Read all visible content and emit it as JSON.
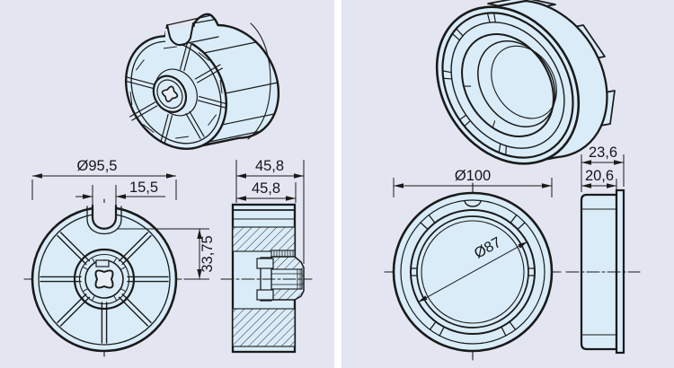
{
  "colors": {
    "background": "#e3e6f1",
    "divider": "#ffffff",
    "part_fill": "#d9ecf8",
    "line": "#1a1a1a",
    "hatch": "#2b2b2b",
    "hole_fill": "#e9eef6"
  },
  "left_panel": {
    "wheel_front_view": {
      "outer_diameter": "Ø95,5",
      "notch_width": "15,5",
      "notch_depth": "33,75"
    },
    "wheel_section_view": {
      "overall_depth": "45,8",
      "body_depth": "45,8"
    }
  },
  "right_panel": {
    "ring_front_view": {
      "outer_diameter": "Ø100",
      "inner_diameter": "Ø87"
    },
    "ring_side_view": {
      "overall_depth": "23,6",
      "body_depth": "20,6"
    }
  }
}
